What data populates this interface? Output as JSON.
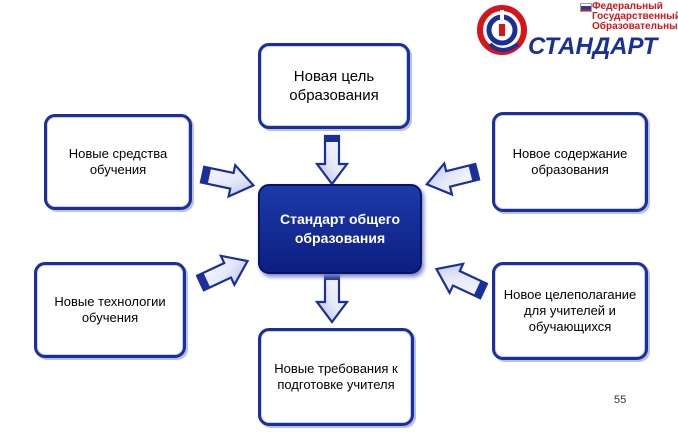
{
  "logo": {
    "line1": "Федеральный",
    "line2": "Государственный",
    "line3": "Образовательный",
    "word": "СТАНДАРТ",
    "flag_colors": [
      "#ffffff",
      "#1c3fb0",
      "#d7141a"
    ]
  },
  "diagram": {
    "center": "Стандарт общего образования",
    "top": "Новая цель образования",
    "left_top": "Новые средства обучения",
    "right_top": "Новое содержание образования",
    "left_bottom": "Новые технологии обучения",
    "right_bottom": "Новое целеполагание для учителей и обучающихся",
    "bottom": "Новые требования к подготовке учителя"
  },
  "page_number": "55",
  "colors": {
    "box_border": "#1b2f9a",
    "center_fill": "#0c1f82",
    "arrow_fill": "#1b2f9a",
    "logo_red": "#d7141a"
  }
}
